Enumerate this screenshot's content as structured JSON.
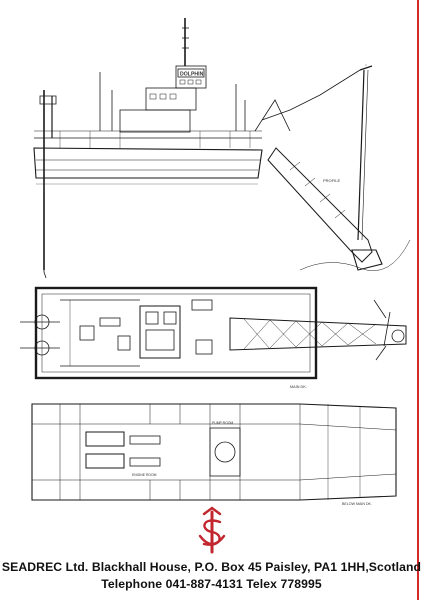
{
  "labels": {
    "vessel_name": "DOLPHIN",
    "profile": "PROFILE",
    "main_deck": "MAIN DK.",
    "below_main_deck": "BELOW MAIN DK.",
    "engine_room": "ENGINE ROOM",
    "pump_room": "PUMP ROOM"
  },
  "footer": {
    "line1": "SEADREC Ltd. Blackhall House, P.O. Box 45 Paisley, PA1 1HH,Scotland",
    "line2": "Telephone 041-887-4131 Telex 778995"
  },
  "colors": {
    "ink": "#1a1a1a",
    "red_rule": "#d42a2a",
    "logo_red": "#c2262e"
  }
}
